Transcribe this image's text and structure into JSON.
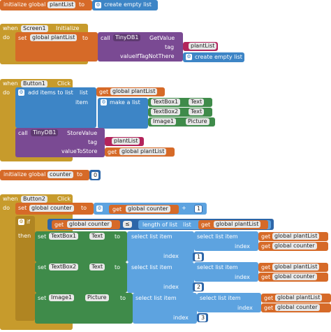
{
  "blocks": {
    "init_plantlist": {
      "kw": "initialize global",
      "var": "plantList",
      "to": "to",
      "value": "create empty list"
    },
    "screen_init": {
      "when": "when",
      "component": "Screen1",
      "event": "Initialize",
      "do": "do",
      "set": "set",
      "var": "global plantList",
      "to": "to",
      "call": "call",
      "db": "TinyDB1",
      "method": "GetValue",
      "tag": "tag",
      "tag_value": "plantList",
      "default": "valueIfTagNotThere",
      "default_value": "create empty list"
    },
    "button1_click": {
      "when": "when",
      "component": "Button1",
      "event": "Click",
      "do": "do",
      "add": "add items to list",
      "list": "list",
      "get": "get",
      "var": "global plantList",
      "item": "item",
      "make": "make a list",
      "tb1": "TextBox1",
      "tb1_prop": "Text",
      "tb2": "TextBox2",
      "tb2_prop": "Text",
      "img1": "Image1",
      "img1_prop": "Picture",
      "call": "call",
      "db": "TinyDB1",
      "method": "StoreValue",
      "tag": "tag",
      "tag_value": "plantList",
      "valuetostore": "valueToStore",
      "var2": "global plantList"
    },
    "init_counter": {
      "kw": "initialize global",
      "var": "counter",
      "to": "to",
      "value": "0"
    },
    "button2_click": {
      "when": "when",
      "component": "Button2",
      "event": "Click",
      "do": "do",
      "set": "set",
      "var": "global counter",
      "to": "to",
      "get": "get",
      "plus": "+",
      "one": "1",
      "if": "if",
      "then": "then",
      "lte": "≤",
      "length": "length of list",
      "list": "list",
      "plantlist": "global plantList",
      "set_tb1": "TextBox1",
      "set_tb1_prop": "Text",
      "set_tb2": "TextBox2",
      "set_tb2_prop": "Text",
      "set_img": "Image1",
      "set_img_prop": "Picture",
      "select": "select list item",
      "index": "index",
      "idx1": "1",
      "idx2": "2",
      "idx3": "3"
    }
  }
}
